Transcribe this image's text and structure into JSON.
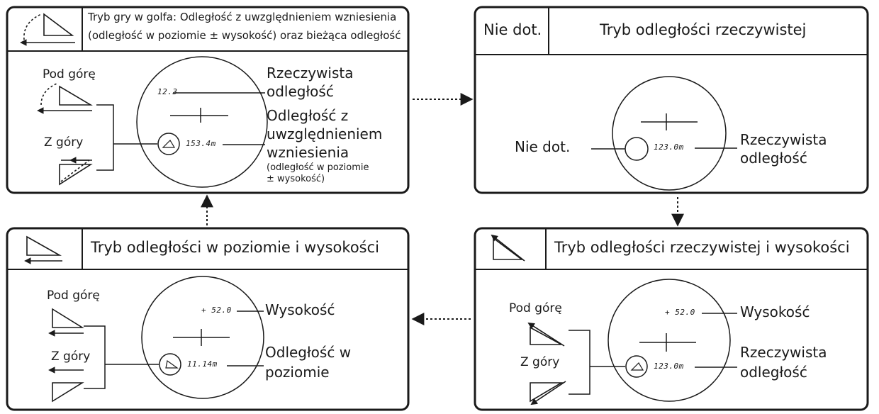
{
  "panels": {
    "golf": {
      "header_line1": "Tryb gry w golfa: Odległość z uwzględnieniem wzniesienia",
      "header_line2": "(odległość w poziomie ± wysokość) oraz bieżąca odległość",
      "uphill": "Pod górę",
      "downhill": "Z góry",
      "lcd_actual": "12.3",
      "lcd_slope": "153.4m",
      "label_actual_1": "Rzeczywista",
      "label_actual_2": "odległość",
      "label_slope_1": "Odległość z",
      "label_slope_2": "uwzględnieniem",
      "label_slope_3": "wzniesienia",
      "label_slope_note_1": "(odległość w poziomie",
      "label_slope_note_2": "± wysokość)"
    },
    "actual": {
      "header_left": "Nie dot.",
      "header_title": "Tryb odległości rzeczywistej",
      "label_na": "Nie dot.",
      "lcd_actual": "123.0m",
      "label_actual_1": "Rzeczywista",
      "label_actual_2": "odległość"
    },
    "horizontal": {
      "header_title": "Tryb odległości w poziomie i wysokości",
      "uphill": "Pod górę",
      "downhill": "Z góry",
      "lcd_height": "+ 52.0",
      "lcd_horizontal": "11.14m",
      "label_height": "Wysokość",
      "label_horizontal_1": "Odległość w",
      "label_horizontal_2": "poziomie"
    },
    "actual_height": {
      "header_title": "Tryb odległości rzeczywistej i wysokości",
      "uphill": "Pod górę",
      "downhill": "Z góry",
      "lcd_height": "+ 52.0",
      "lcd_actual": "123.0m",
      "label_height": "Wysokość",
      "label_actual_1": "Rzeczywista",
      "label_actual_2": "odległość"
    }
  },
  "colors": {
    "stroke": "#1a1a1a",
    "background": "#ffffff"
  }
}
